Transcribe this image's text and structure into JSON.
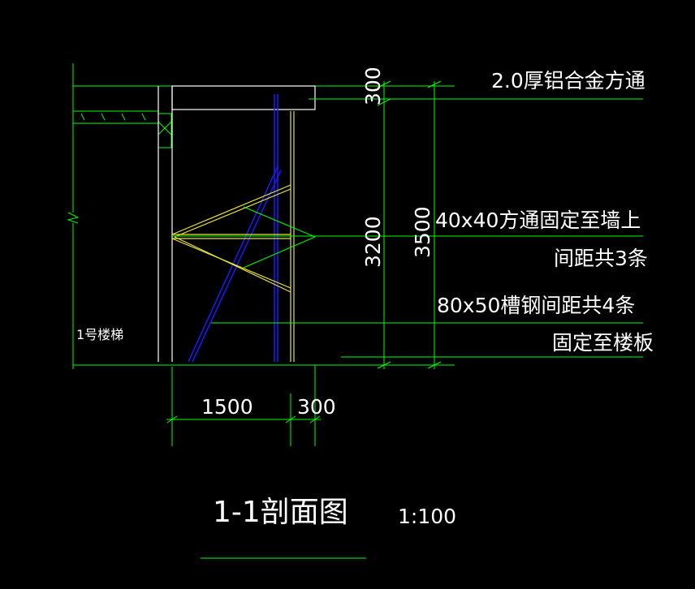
{
  "drawing": {
    "annotations": {
      "top_beam": "2.0厚铝合金方通",
      "mid_line1": "40x40方通固定至墙上",
      "mid_line2": "间距共3条",
      "low_line1": "80x50槽钢间距共4条",
      "low_line2": "固定至楼板"
    },
    "dimensions": {
      "top": "300",
      "height_inner": "3200",
      "height_total": "3500",
      "width_left": "1500",
      "width_right": "300"
    },
    "labels": {
      "stair": "1号楼梯",
      "section_title": "1-1剖面图",
      "scale": "1:100"
    }
  },
  "colors": {
    "background": "#000000",
    "dimension_lines": "#00ff00",
    "walls": "#ffffff",
    "truss": "#e8e23a",
    "column": "#1a1aff"
  }
}
